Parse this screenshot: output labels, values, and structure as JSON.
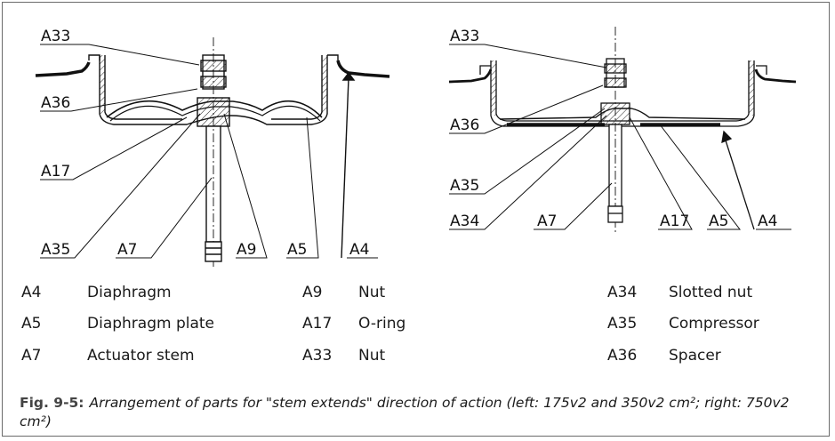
{
  "figure": {
    "left_labels": {
      "a33": "A33",
      "a36": "A36",
      "a17": "A17",
      "a35": "A35",
      "a7": "A7",
      "a9": "A9",
      "a5": "A5",
      "a4": "A4"
    },
    "right_labels": {
      "a33": "A33",
      "a36": "A36",
      "a35": "A35",
      "a34": "A34",
      "a7": "A7",
      "a17": "A17",
      "a5": "A5",
      "a4": "A4"
    }
  },
  "legend": [
    {
      "code": "A4",
      "description": "Diaphragm"
    },
    {
      "code": "A5",
      "description": "Diaphragm plate"
    },
    {
      "code": "A7",
      "description": "Actuator stem"
    },
    {
      "code": "A9",
      "description": "Nut"
    },
    {
      "code": "A17",
      "description": "O-ring"
    },
    {
      "code": "A33",
      "description": "Nut"
    },
    {
      "code": "A34",
      "description": "Slotted nut"
    },
    {
      "code": "A35",
      "description": "Compressor"
    },
    {
      "code": "A36",
      "description": "Spacer"
    }
  ],
  "caption": {
    "number": "Fig. 9-5:",
    "text": "Arrangement of parts for \"stem extends\" direction of action (left: 175v2 and 350v2 cm²; right: 750v2 cm²)"
  }
}
